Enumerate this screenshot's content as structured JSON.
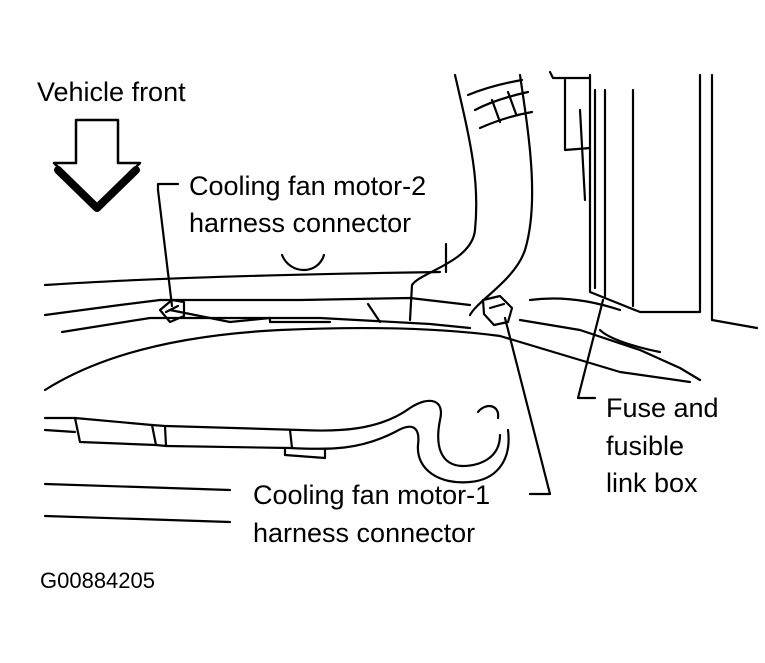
{
  "labels": {
    "vehicle_front": "Vehicle front",
    "motor2_line1": "Cooling fan motor-2",
    "motor2_line2": "harness connector",
    "motor1_line1": "Cooling fan motor-1",
    "motor1_line2": "harness connector",
    "fuse_line1": "Fuse and",
    "fuse_line2": "fusible",
    "fuse_line3": "link box"
  },
  "figure_code": "G00884205",
  "colors": {
    "ink": "#000000",
    "background": "#ffffff"
  },
  "icons": {
    "front_arrow": "down-arrow-icon"
  }
}
